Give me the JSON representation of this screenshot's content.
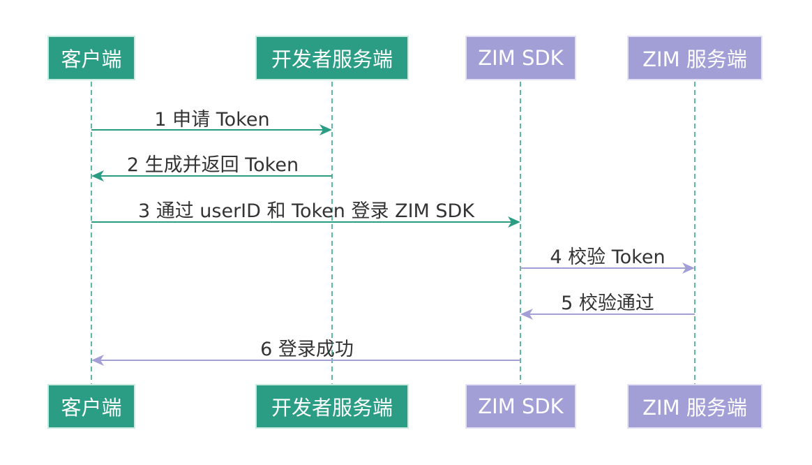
{
  "participants": [
    {
      "label": "客户端",
      "color": "#2a9d84"
    },
    {
      "label": "开发者服务端",
      "color": "#2a9d84"
    },
    {
      "label": "ZIM SDK",
      "color": "#a29fd6"
    },
    {
      "label": "ZIM 服务端",
      "color": "#a29fd6"
    }
  ],
  "messages": [
    {
      "from": 0,
      "to": 1,
      "label": "1 申请 Token",
      "color": "#2a9d84"
    },
    {
      "from": 1,
      "to": 0,
      "label": "2 生成并返回 Token",
      "color": "#2a9d84"
    },
    {
      "from": 0,
      "to": 2,
      "label": "3 通过 userID 和 Token 登录 ZIM SDK",
      "color": "#2a9d84"
    },
    {
      "from": 2,
      "to": 3,
      "label": "4 校验 Token",
      "color": "#a29fd6"
    },
    {
      "from": 3,
      "to": 2,
      "label": "5 校验通过",
      "color": "#a29fd6"
    },
    {
      "from": 2,
      "to": 0,
      "label": "6 登录成功",
      "color": "#a29fd6"
    }
  ],
  "lifeline_color": "#2a9d84"
}
